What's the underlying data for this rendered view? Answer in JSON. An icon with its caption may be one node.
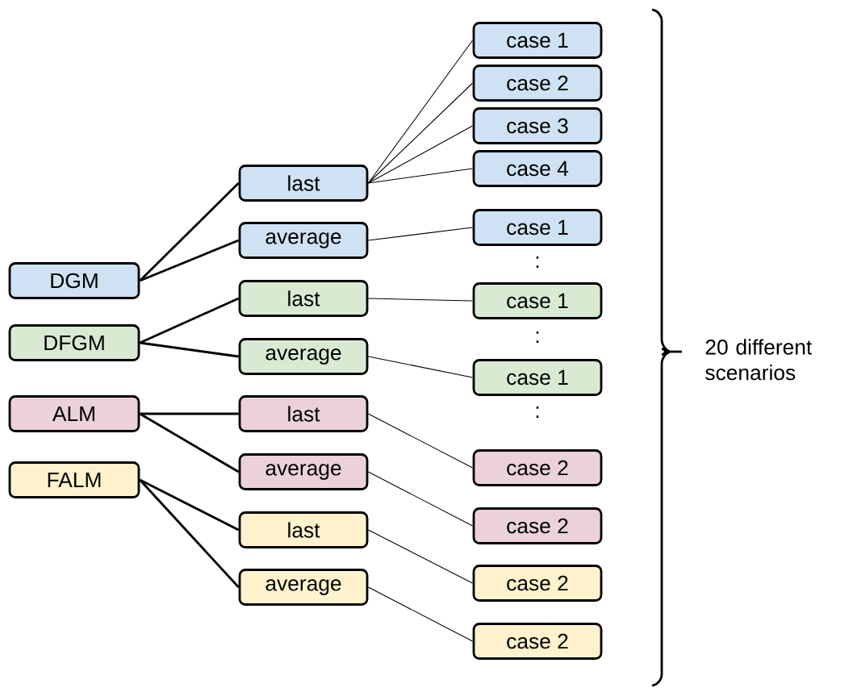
{
  "diagram": {
    "nodes": [
      {
        "text": [
          "DGM"
        ]
      },
      {
        "text": [
          "DFGM"
        ]
      },
      {
        "text": [
          "ALM"
        ]
      },
      {
        "text": [
          "FALM"
        ]
      },
      {
        "text": [
          "last"
        ]
      },
      {
        "text": [
          "average"
        ]
      },
      {
        "text": [
          "last"
        ]
      },
      {
        "text": [
          "average"
        ]
      },
      {
        "text": [
          "last"
        ]
      },
      {
        "text": [
          "average"
        ]
      },
      {
        "text": [
          "last"
        ]
      },
      {
        "text": [
          "average"
        ]
      },
      {
        "text": [
          "case 1"
        ]
      },
      {
        "text": [
          "case 2"
        ]
      },
      {
        "text": [
          "case 3"
        ]
      },
      {
        "text": [
          "case 4"
        ]
      },
      {
        "text": [
          "case 1"
        ]
      },
      {
        "text": [
          "case 1"
        ]
      },
      {
        "text": [
          "case 1"
        ]
      },
      {
        "text": [
          "case 2"
        ]
      },
      {
        "text": [
          "case 2"
        ]
      },
      {
        "text": [
          "case 2"
        ]
      },
      {
        "text": [
          "case 2"
        ]
      }
    ],
    "edges": [
      {
        "from": 0,
        "to": 4,
        "arrow": "none",
        "style": "thick"
      },
      {
        "from": 0,
        "to": 5,
        "arrow": "none",
        "style": "thick"
      },
      {
        "from": 1,
        "to": 6,
        "arrow": "none",
        "style": "thick"
      },
      {
        "from": 1,
        "to": 7,
        "arrow": "none",
        "style": "thick"
      },
      {
        "from": 2,
        "to": 8,
        "arrow": "none",
        "style": "thick"
      },
      {
        "from": 2,
        "to": 9,
        "arrow": "none",
        "style": "thick"
      },
      {
        "from": 3,
        "to": 10,
        "arrow": "none",
        "style": "thick"
      },
      {
        "from": 3,
        "to": 11,
        "arrow": "none",
        "style": "thick"
      },
      {
        "from": 4,
        "to": 12,
        "arrow": "none"
      },
      {
        "from": 4,
        "to": 13,
        "arrow": "none"
      },
      {
        "from": 4,
        "to": 14,
        "arrow": "none"
      },
      {
        "from": 4,
        "to": 15,
        "arrow": "none"
      },
      {
        "from": 5,
        "to": 16,
        "arrow": "none"
      },
      {
        "from": 6,
        "to": 17,
        "arrow": "none"
      },
      {
        "from": 7,
        "to": 18,
        "arrow": "none"
      },
      {
        "from": 8,
        "to": 19,
        "arrow": "none"
      },
      {
        "from": 9,
        "to": 20,
        "arrow": "none"
      },
      {
        "from": 10,
        "to": 21,
        "arrow": "none"
      },
      {
        "from": 11,
        "to": 22,
        "arrow": "none"
      }
    ],
    "labels": [
      ":",
      ":",
      ":",
      "20 different scenarios"
    ]
  }
}
